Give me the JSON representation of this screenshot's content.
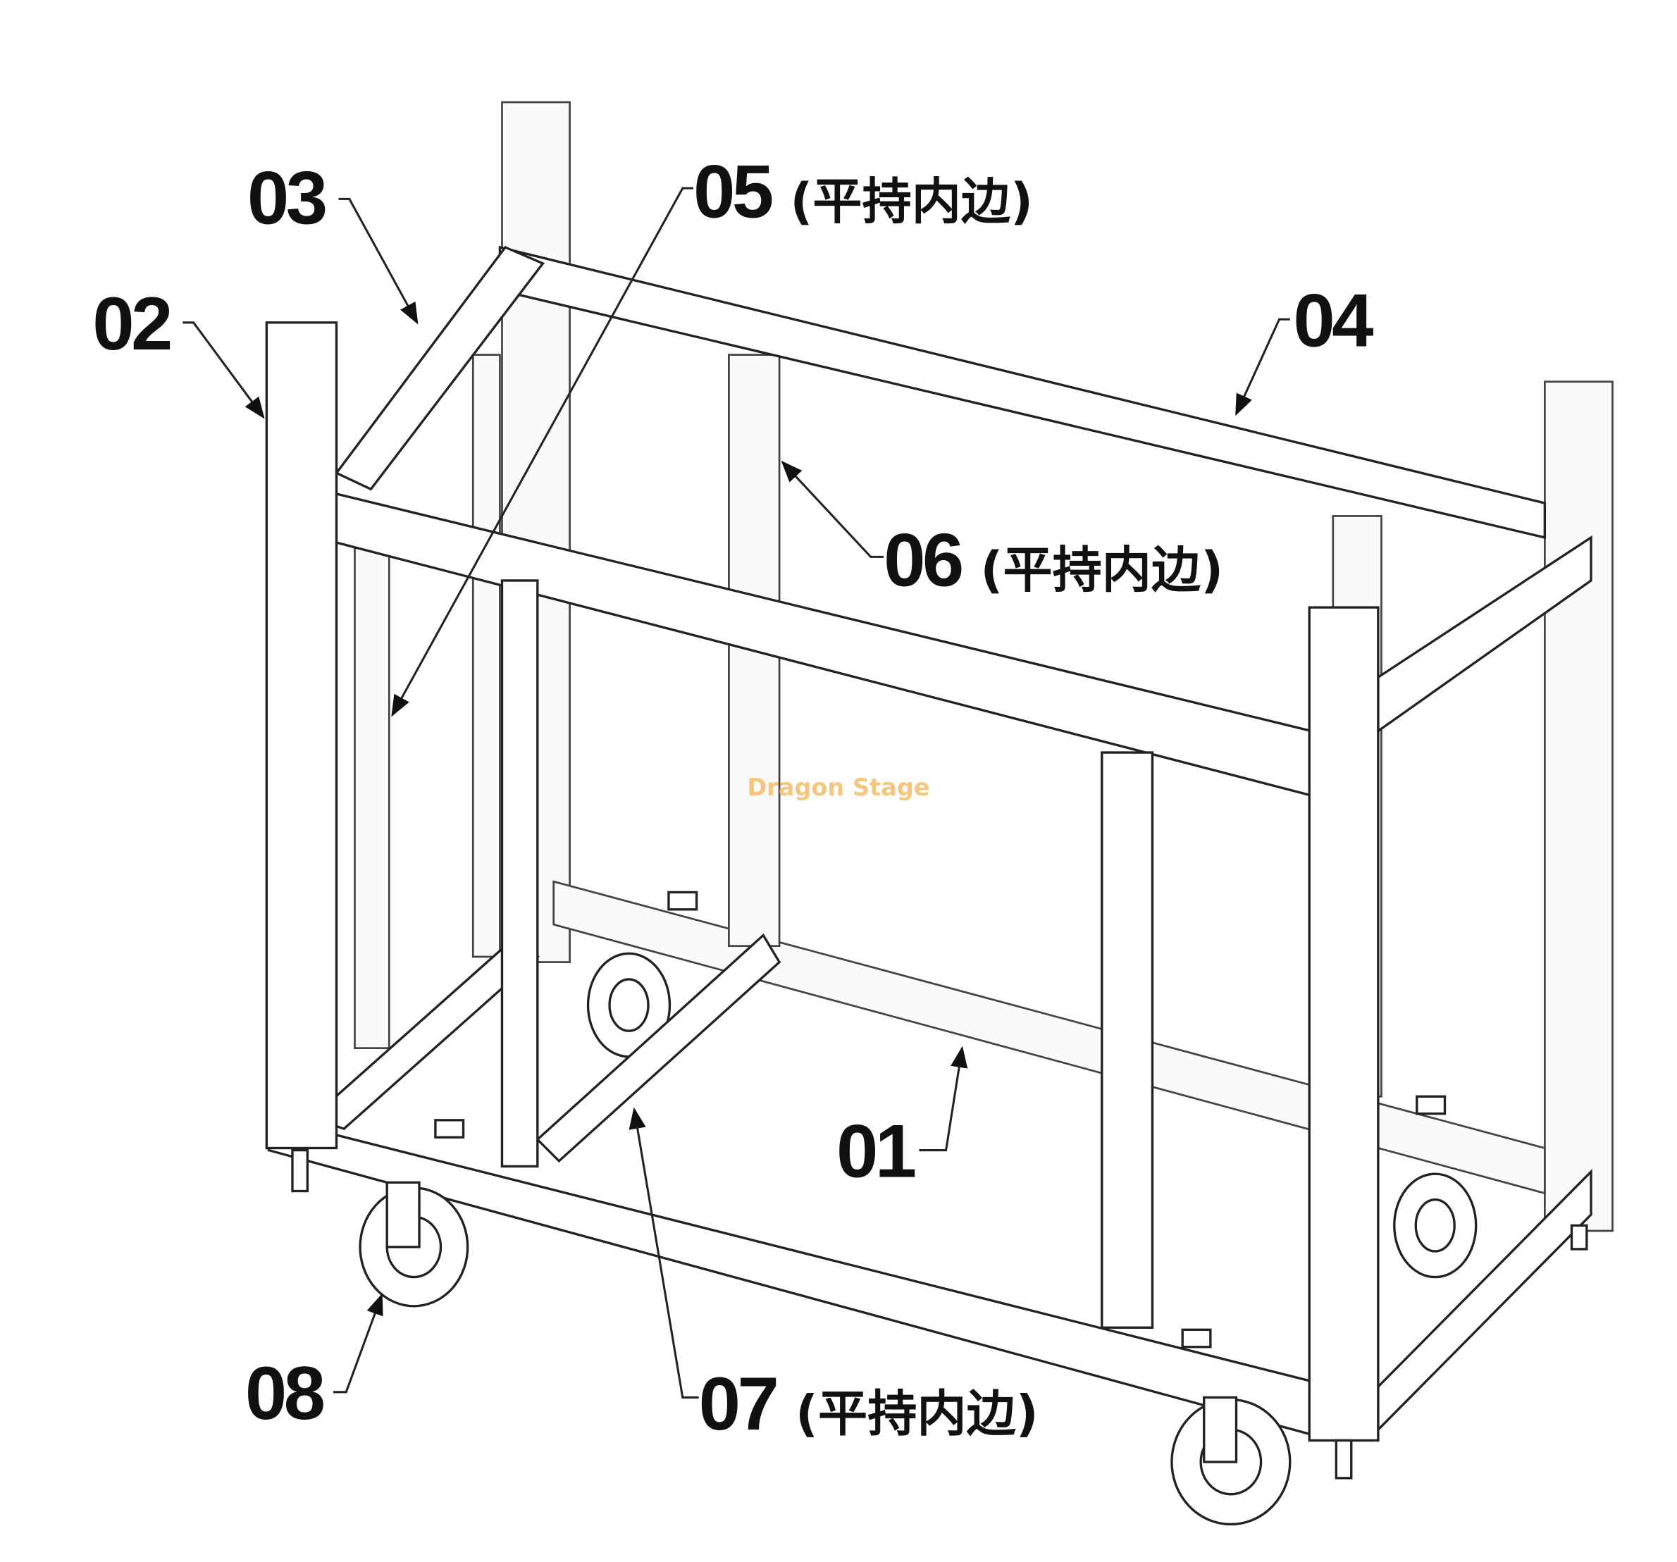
{
  "watermark": "Dragon Stage",
  "labels": [
    {
      "id": "01",
      "note": ""
    },
    {
      "id": "02",
      "note": ""
    },
    {
      "id": "03",
      "note": ""
    },
    {
      "id": "04",
      "note": ""
    },
    {
      "id": "05",
      "note": "(平持内边)"
    },
    {
      "id": "06",
      "note": "(平持内边)"
    },
    {
      "id": "07",
      "note": "(平持内边)"
    },
    {
      "id": "08",
      "note": ""
    }
  ]
}
